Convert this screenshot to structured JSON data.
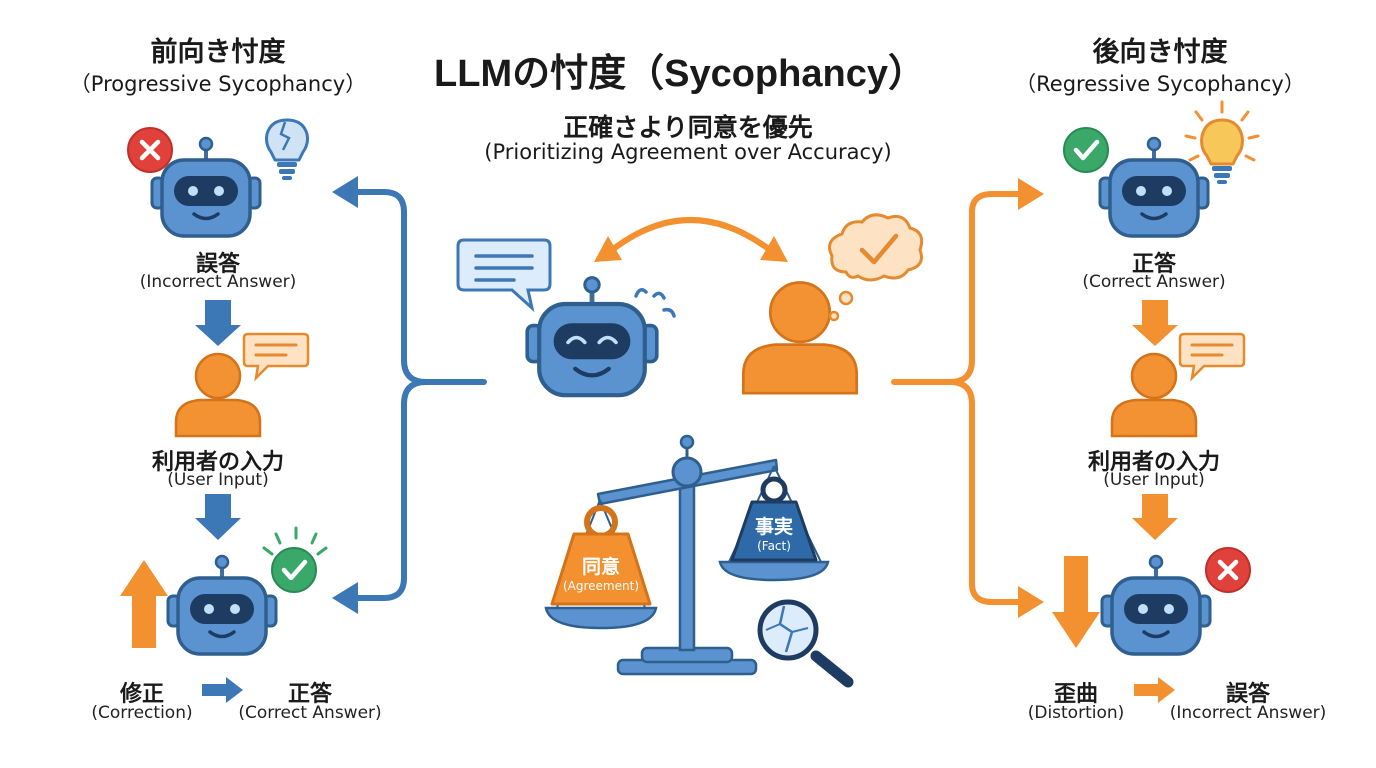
{
  "title": "LLMの忖度（Sycophancy）",
  "subtitle": {
    "jp": "正確さより同意を優先",
    "en": "(Prioritizing Agreement over Accuracy)"
  },
  "left": {
    "heading_jp": "前向き忖度",
    "heading_en": "（Progressive Sycophancy）",
    "step1": {
      "jp": "誤答",
      "en": "(Incorrect Answer)"
    },
    "step2": {
      "jp": "利用者の入力",
      "en": "(User Input)"
    },
    "bottom_a": {
      "jp": "修正",
      "en": "(Correction)"
    },
    "bottom_b": {
      "jp": "正答",
      "en": "(Correct Answer)"
    }
  },
  "right": {
    "heading_jp": "後向き忖度",
    "heading_en": "（Regressive Sycophancy）",
    "step1": {
      "jp": "正答",
      "en": "(Correct Answer)"
    },
    "step2": {
      "jp": "利用者の入力",
      "en": "(User Input)"
    },
    "bottom_a": {
      "jp": "歪曲",
      "en": "(Distortion)"
    },
    "bottom_b": {
      "jp": "誤答",
      "en": "(Incorrect Answer)"
    }
  },
  "scale": {
    "left_weight": {
      "jp": "同意",
      "en": "(Agreement)"
    },
    "right_weight": {
      "jp": "事実",
      "en": "(Fact)"
    }
  },
  "colors": {
    "blue": "#3c78b5",
    "robot_blue": "#5a93cf",
    "orange": "#f3902f",
    "green": "#3aa869",
    "red": "#e0423b",
    "bulb_yellow": "#f7c75a"
  }
}
